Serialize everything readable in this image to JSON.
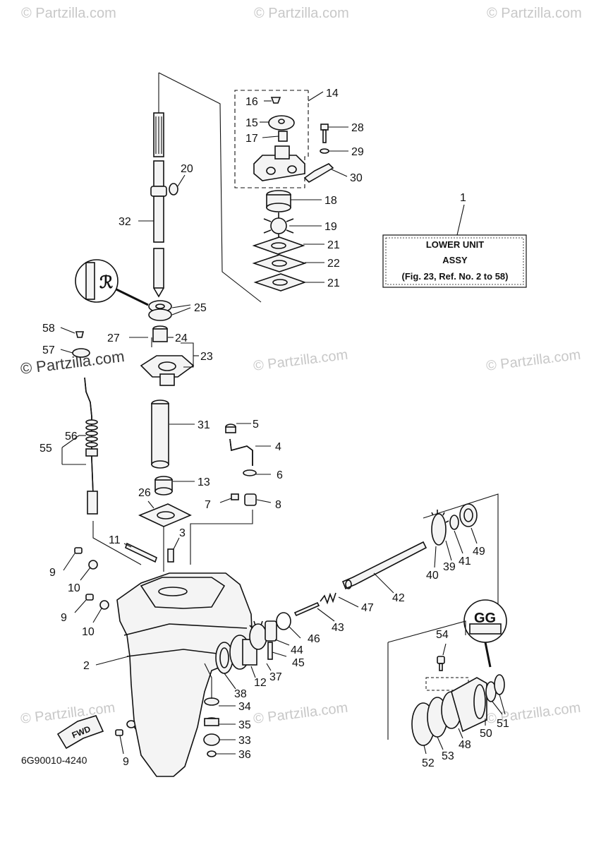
{
  "watermark": {
    "text": "© Partzilla.com",
    "strong_text": "© Partzilla.com"
  },
  "info_box": {
    "line1": "LOWER UNIT",
    "line2": "ASSY",
    "line3": "(Fig. 23, Ref. No. 2 to 58)",
    "ref": "1"
  },
  "drawing_code": "6G90010-4240",
  "fwd_label": "FWD",
  "callouts": {
    "c2": "2",
    "c3": "3",
    "c4": "4",
    "c5": "5",
    "c6": "6",
    "c7": "7",
    "c8": "8",
    "c9a": "9",
    "c9b": "9",
    "c9c": "9",
    "c10a": "10",
    "c10b": "10",
    "c10c": "10",
    "c11": "11",
    "c12": "12",
    "c13": "13",
    "c14": "14",
    "c15": "15",
    "c16": "16",
    "c17": "17",
    "c18": "18",
    "c19": "19",
    "c20": "20",
    "c21a": "21",
    "c21b": "21",
    "c22": "22",
    "c23": "23",
    "c24": "24",
    "c25": "25",
    "c26": "26",
    "c27": "27",
    "c28": "28",
    "c29": "29",
    "c30": "30",
    "c31": "31",
    "c32": "32",
    "c33": "33",
    "c34": "34",
    "c35": "35",
    "c36": "36",
    "c37": "37",
    "c38": "38",
    "c39": "39",
    "c40": "40",
    "c41": "41",
    "c42": "42",
    "c43": "43",
    "c44": "44",
    "c45": "45",
    "c46": "46",
    "c47": "47",
    "c48": "48",
    "c49": "49",
    "c50": "50",
    "c51": "51",
    "c52": "52",
    "c53": "53",
    "c54": "54",
    "c55": "55",
    "c56": "56",
    "c57": "57",
    "c58": "58"
  }
}
